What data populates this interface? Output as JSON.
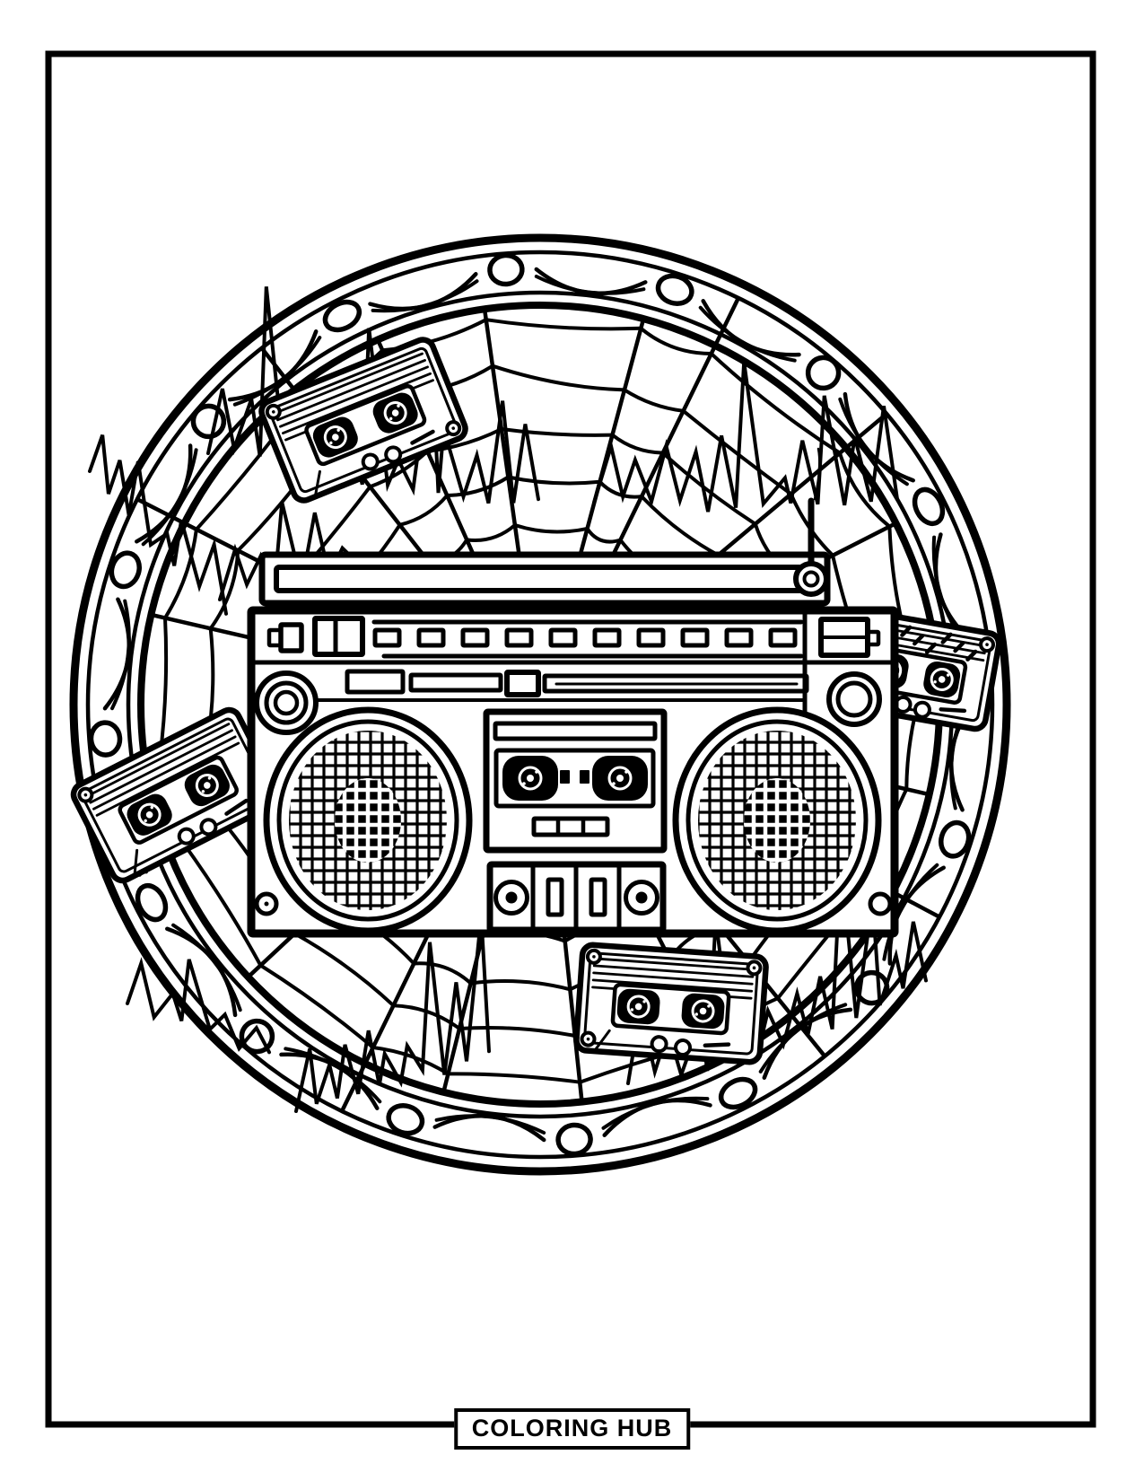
{
  "page": {
    "background": "#ffffff",
    "ink": "#000000"
  },
  "footer": {
    "label": "COLORING HUB"
  },
  "illustration": {
    "description": "Black-and-white coloring page of a boombox radio with cassette deck centered inside a circular mandala made of a beaded outer ring, swag arcs, spider-web spokes and jagged sound-wave spikes, with four scattered cassette tapes",
    "cassette_count": 4,
    "ring_bead_count": 16,
    "speaker_count": 2
  }
}
